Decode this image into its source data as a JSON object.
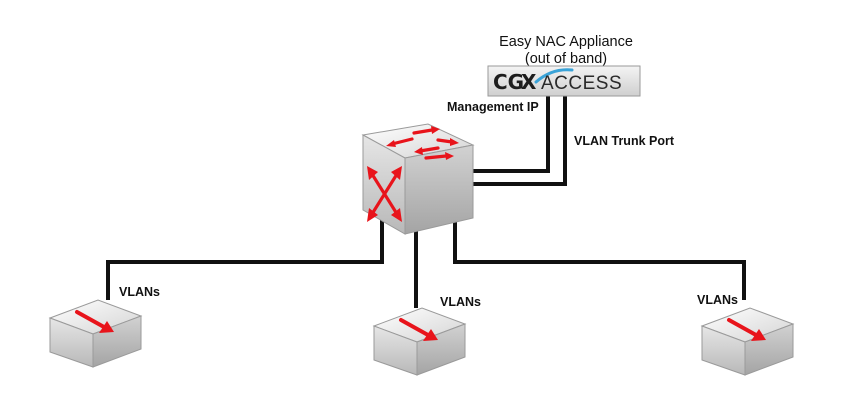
{
  "appliance": {
    "title_line1": "Easy NAC Appliance",
    "title_line2": "(out of band)",
    "logo_prefix": "CG",
    "logo_x": "X",
    "logo_suffix": "ACCESS"
  },
  "links": {
    "management_ip": "Management IP",
    "vlan_trunk_port": "VLAN Trunk Port"
  },
  "access_switches": [
    {
      "label": "VLANs"
    },
    {
      "label": "VLANs"
    },
    {
      "label": "VLANs"
    }
  ],
  "colors": {
    "line": "#111111",
    "arrow_red": "#e8141b",
    "device_face": "#dedede",
    "logo_accent": "#3aa3d8"
  }
}
